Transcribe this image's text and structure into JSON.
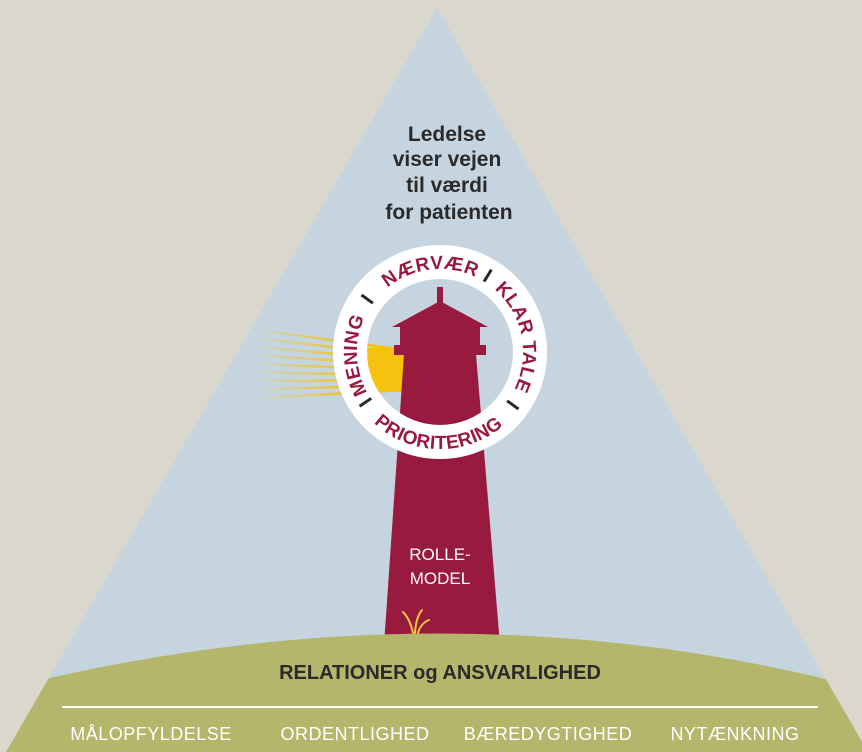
{
  "colors": {
    "background": "#dad7cc",
    "pyramid": "#c6d4e0",
    "ground": "#b4b76b",
    "lighthouse": "#981b3f",
    "light_beam": "#f5c30f",
    "ring": "#ffffff",
    "text_dark": "#2a2a2a"
  },
  "heading": {
    "lines": [
      "Ledelse",
      "viser vejen",
      "til værdi",
      "for patienten"
    ]
  },
  "ring": {
    "words": {
      "left": "MENING",
      "top": "NÆRVÆR",
      "right": "KLAR TALE",
      "bottom": "PRIORITERING"
    }
  },
  "lighthouse": {
    "label_lines": [
      "ROLLE-",
      "MODEL"
    ]
  },
  "foundation": {
    "title": "RELATIONER og ANSVARLIGHED",
    "values": [
      "MÅLOPFYLDELSE",
      "ORDENTLIGHED",
      "BÆREDYGTIGHED",
      "NYTÆNKNING"
    ]
  }
}
